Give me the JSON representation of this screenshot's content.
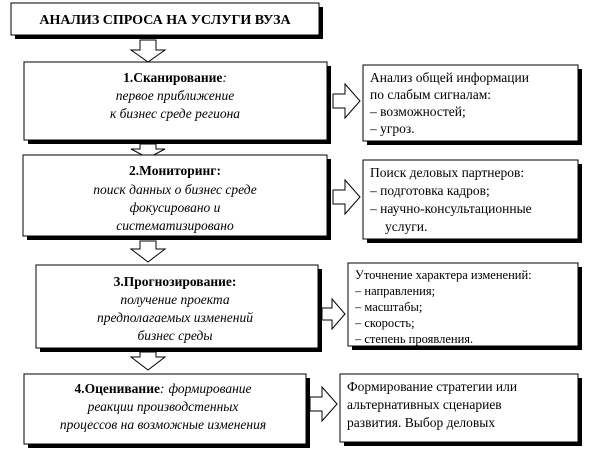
{
  "title": "АНАЛИЗ СПРОСА НА УСЛУГИ ВУЗА",
  "stages": [
    {
      "heading": "1.Сканирование",
      "heading_suffix": ":",
      "desc": [
        "первое приближение",
        "к бизнес среде региона"
      ],
      "side": {
        "lines": [
          "Анализ общей информации",
          "по слабым сигналам:",
          "– возможностей;",
          "– угроз."
        ]
      }
    },
    {
      "heading": "2.Мониторинг:",
      "heading_suffix": "",
      "desc": [
        "поиск данных о бизнес среде",
        "фокусировано и",
        "систематизировано"
      ],
      "side": {
        "lines": [
          "Поиск деловых партнеров:",
          "– подготовка кадров;",
          "– научно-консультационные",
          "услуги."
        ]
      }
    },
    {
      "heading": "3.Прогнозирование:",
      "heading_suffix": "",
      "desc": [
        "получение проекта",
        "предполагаемых изменений",
        "бизнес среды"
      ],
      "side": {
        "lines": [
          "Уточнение характера изменений:",
          "– направления;",
          "– масштабы;",
          "– скорость;",
          "– степень проявления."
        ]
      }
    },
    {
      "heading": "4.Оценивание",
      "heading_suffix": ":",
      "heading_tail": "формирование",
      "desc": [
        "реакции производстенных",
        "процессов на возможные изменения"
      ],
      "side": {
        "lines": [
          "Формирование стратегии или",
          "альтернативных сценариев",
          "развития. Выбор деловых"
        ]
      }
    }
  ],
  "colors": {
    "stroke": "#000000",
    "shadow": "#000000",
    "background": "#ffffff"
  }
}
